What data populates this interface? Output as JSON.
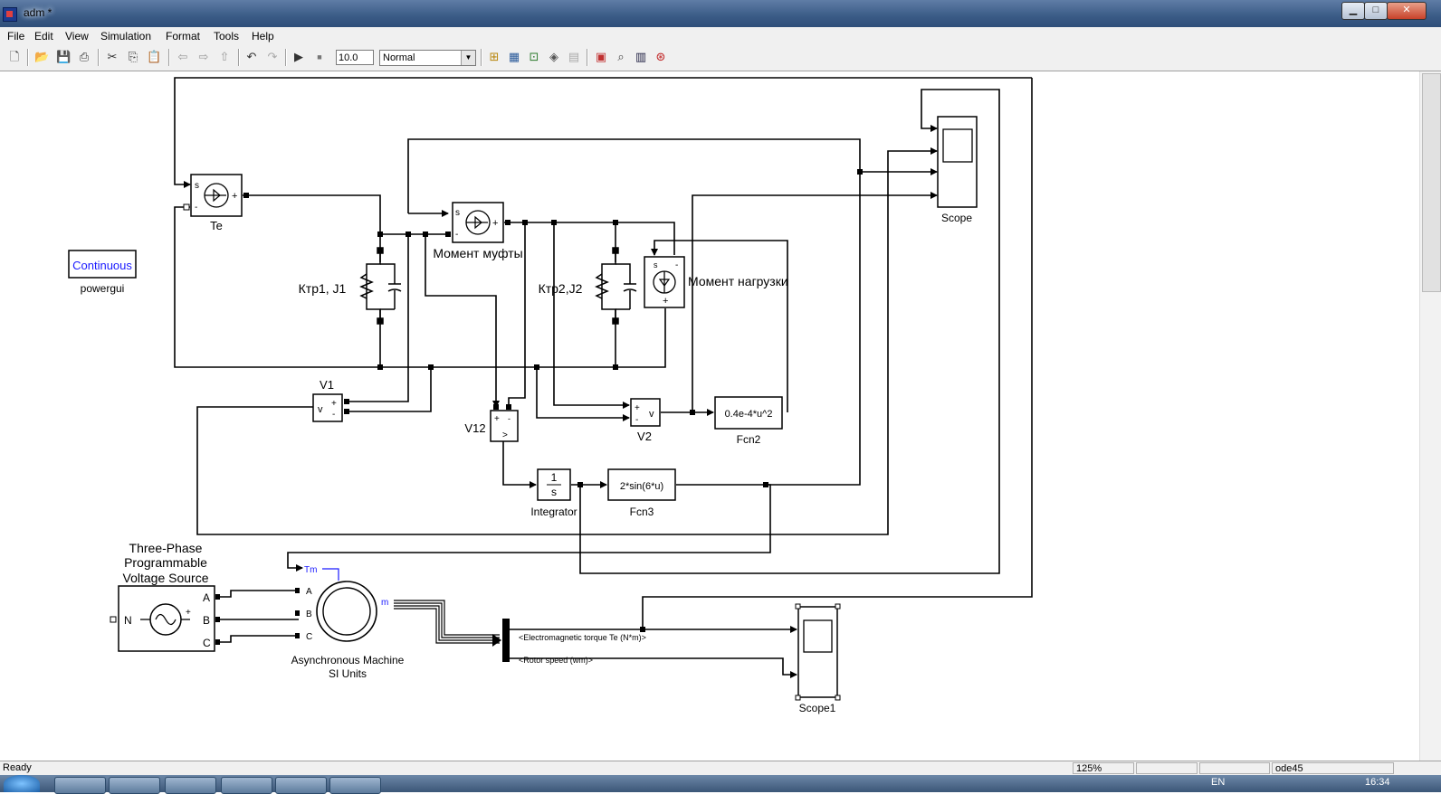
{
  "window": {
    "title": "adm *",
    "controls": {
      "minimize": "▁",
      "maximize": "□",
      "close": "✕"
    }
  },
  "menu": [
    "File",
    "Edit",
    "View",
    "Simulation",
    "Format",
    "Tools",
    "Help"
  ],
  "toolbar": {
    "stop_time": "10.0",
    "sim_mode": "Normal",
    "icons": [
      "new-model-icon",
      "open-icon",
      "save-icon",
      "print-icon",
      "cut-icon",
      "copy-icon",
      "paste-icon",
      "back-icon",
      "forward-icon",
      "up-icon",
      "undo-icon",
      "redo-icon",
      "start-simulation-icon",
      "stop-simulation-icon",
      "update-diagram-icon",
      "build-model-icon",
      "library-browser-icon",
      "model-explorer-icon",
      "debugger-icon",
      "model-advisor-icon"
    ]
  },
  "diagram": {
    "powergui": {
      "mode": "Continuous",
      "name": "powergui"
    },
    "blocks": {
      "te": "Te",
      "coupling_torque": "Момент муфты",
      "load_torque": "Момент нагрузки",
      "ktr1": "Ктр1, J1",
      "ktr2": "Ктр2,J2",
      "scope": "Scope",
      "scope1": "Scope1",
      "v1": "V1",
      "v2": "V2",
      "v12": "V12",
      "fcn2": "Fcn2",
      "fcn2_expr": "0.4e-4*u^2",
      "fcn3": "Fcn3",
      "fcn3_expr": "2*sin(6*u)",
      "integrator": "Integrator",
      "integrator_num": "1",
      "integrator_den": "s",
      "source_line1": "Three-Phase",
      "source_line2": "Programmable",
      "source_line3": "Voltage Source",
      "machine_line1": "Asynchronous Machine",
      "machine_line2": "SI Units",
      "signal_te": "<Electromagnetic torque Te (N*m)>",
      "signal_wm": "<Rotor speed (wm)>"
    },
    "port_labels": {
      "s": "s",
      "plus": "+",
      "minus": "-",
      "v": "v",
      "A": "A",
      "B": "B",
      "C": "C",
      "N": "N",
      "Tm": "Tm",
      "m": "m",
      "gt": ">"
    }
  },
  "statusbar": {
    "status": "Ready",
    "zoom": "125%",
    "solver": "ode45"
  },
  "taskbar": {
    "lang": "EN",
    "time": "16:34"
  }
}
